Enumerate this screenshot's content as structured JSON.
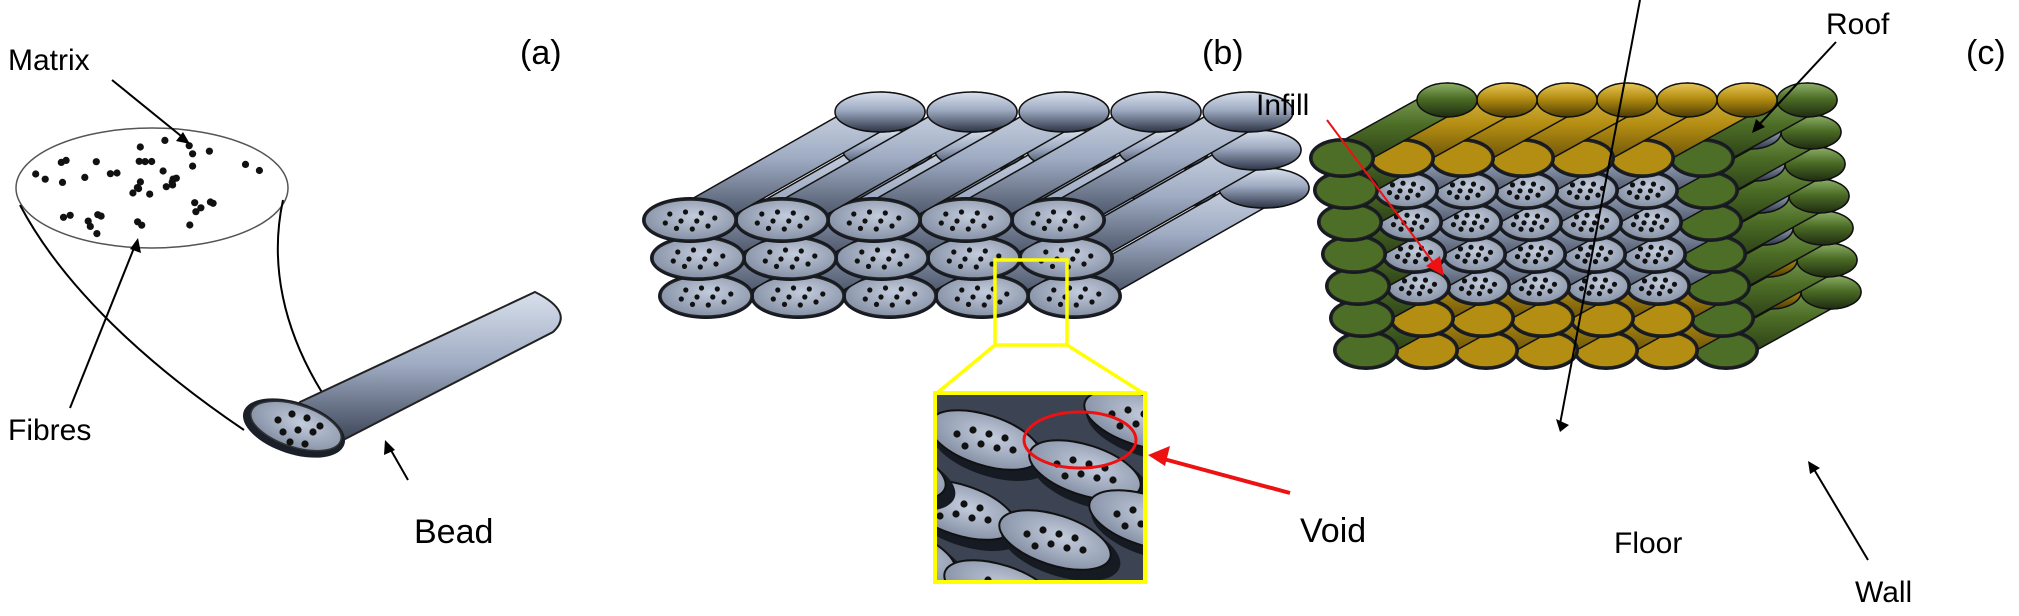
{
  "panels": {
    "a": {
      "tag": "(a)",
      "labels": {
        "matrix": "Matrix",
        "fibres": "Fibres",
        "bead": "Bead"
      }
    },
    "b": {
      "tag": "(b)",
      "labels": {
        "void": "Void"
      }
    },
    "c": {
      "tag": "(c)",
      "labels": {
        "roof": "Roof",
        "infill": "Infill",
        "floor": "Floor",
        "wall": "Wall"
      }
    }
  },
  "colors": {
    "bead_blue": "#a4b0c6",
    "bead_green": "#4d6e26",
    "bead_gold": "#b48e12",
    "highlight_yellow": "#ffff00",
    "void_red": "#ee1111"
  }
}
